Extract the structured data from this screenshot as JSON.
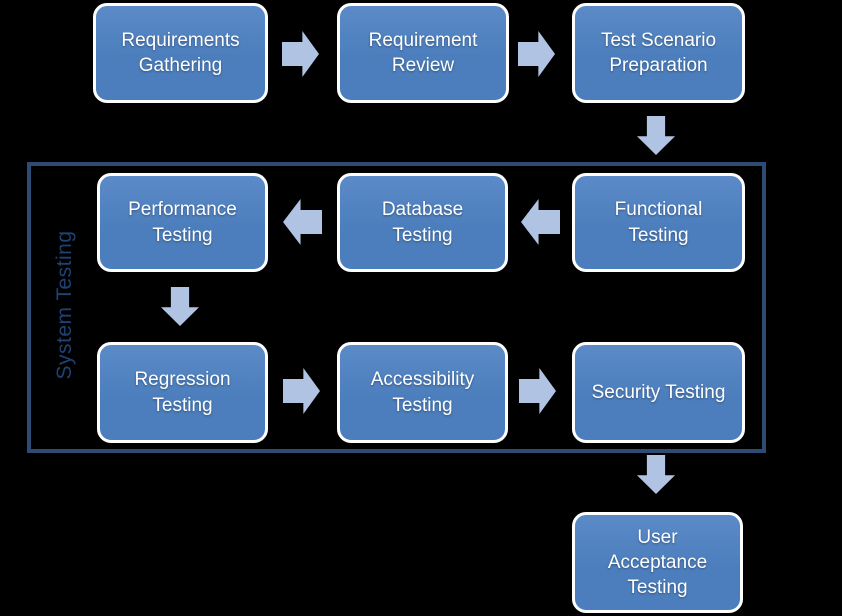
{
  "diagram": {
    "type": "flowchart",
    "colors": {
      "background": "#000000",
      "box_fill": "#4C7EBD",
      "box_fill_top": "#5B8AC7",
      "box_border": "#FFFFFF",
      "box_text": "#FFFFFF",
      "arrow": "#B0C3E2",
      "group_border": "#2E4B76",
      "group_label_text": "#1E4273"
    },
    "nodes": [
      {
        "id": "requirements-gathering",
        "label": "Requirements\nGathering"
      },
      {
        "id": "requirement-review",
        "label": "Requirement\nReview"
      },
      {
        "id": "test-scenario-preparation",
        "label": "Test Scenario\nPreparation"
      },
      {
        "id": "performance-testing",
        "label": "Performance\nTesting"
      },
      {
        "id": "database-testing",
        "label": "Database\nTesting"
      },
      {
        "id": "functional-testing",
        "label": "Functional\nTesting"
      },
      {
        "id": "regression-testing",
        "label": "Regression\nTesting"
      },
      {
        "id": "accessibility-testing",
        "label": "Accessibility\nTesting"
      },
      {
        "id": "security-testing",
        "label": "Security Testing"
      },
      {
        "id": "user-acceptance-testing",
        "label": "User\nAcceptance\nTesting"
      }
    ],
    "group": {
      "label": "System Testing",
      "members": [
        "functional-testing",
        "database-testing",
        "performance-testing",
        "regression-testing",
        "accessibility-testing",
        "security-testing"
      ]
    },
    "connections": [
      {
        "from": "requirements-gathering",
        "to": "requirement-review",
        "direction": "right"
      },
      {
        "from": "requirement-review",
        "to": "test-scenario-preparation",
        "direction": "right"
      },
      {
        "from": "test-scenario-preparation",
        "to": "functional-testing",
        "direction": "down"
      },
      {
        "from": "functional-testing",
        "to": "database-testing",
        "direction": "left"
      },
      {
        "from": "database-testing",
        "to": "performance-testing",
        "direction": "left"
      },
      {
        "from": "performance-testing",
        "to": "regression-testing",
        "direction": "down"
      },
      {
        "from": "regression-testing",
        "to": "accessibility-testing",
        "direction": "right"
      },
      {
        "from": "accessibility-testing",
        "to": "security-testing",
        "direction": "right"
      },
      {
        "from": "security-testing",
        "to": "user-acceptance-testing",
        "direction": "down"
      }
    ]
  }
}
